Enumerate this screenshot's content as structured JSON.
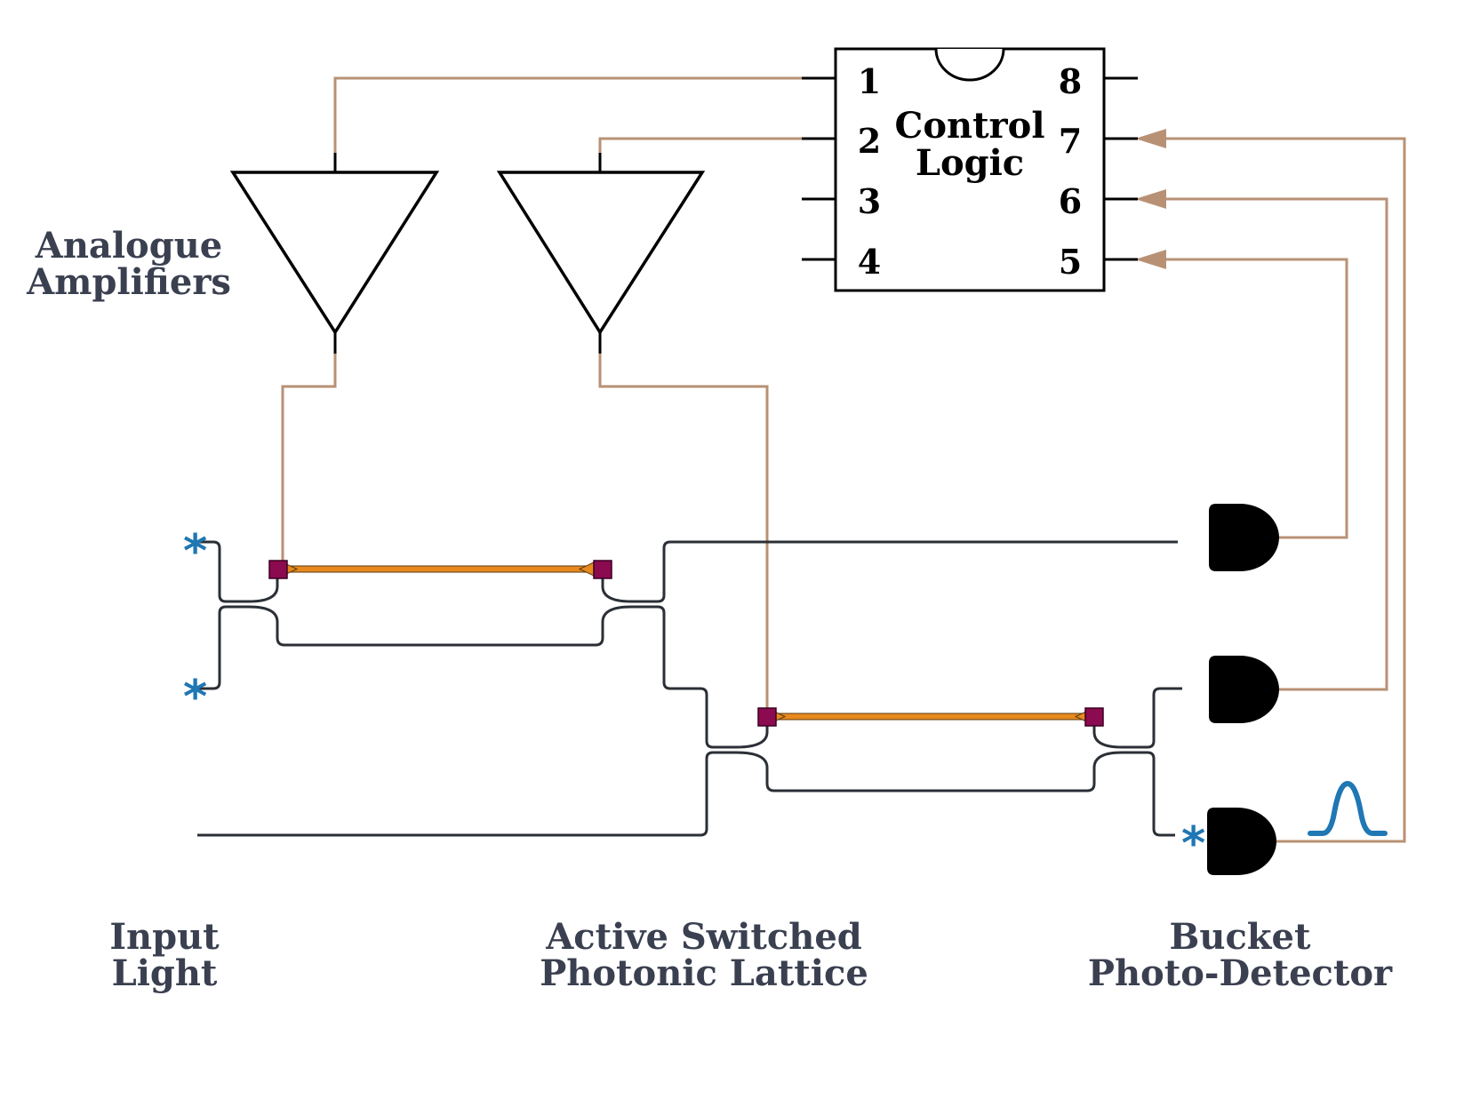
{
  "labels": {
    "amplifiers": [
      "Analogue",
      "Amplifiers"
    ],
    "input": [
      "Input",
      "Light"
    ],
    "lattice": [
      "Active Switched",
      "Photonic Lattice"
    ],
    "detector": [
      "Bucket",
      "Photo-Detector"
    ]
  },
  "chip": {
    "title": [
      "Control",
      "Logic"
    ],
    "left_pins": [
      "1",
      "2",
      "3",
      "4"
    ],
    "right_pins": [
      "8",
      "7",
      "6",
      "5"
    ]
  },
  "markers": {
    "star": "*"
  },
  "colors": {
    "wire": "#b89175",
    "waveguide": "#2b2f36",
    "heater": "#e8891e",
    "pad": "#8b0a50",
    "marker": "#1f77b4",
    "text": "#3a4050"
  }
}
